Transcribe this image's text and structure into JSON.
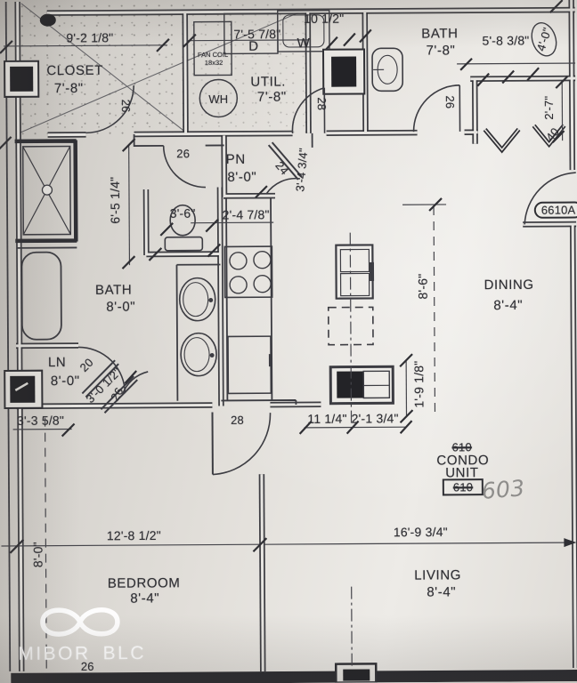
{
  "sheet": {
    "colors": {
      "paper": "#e2dfda",
      "ink": "#2f2f34",
      "watermark": "#ffffff",
      "handwriting": "#8e8d8b"
    }
  },
  "rooms": {
    "closet": {
      "name": "CLOSET",
      "size": "7'-8\""
    },
    "util": {
      "name": "UTIL.",
      "size": "7'-8\""
    },
    "bath_top": {
      "name": "BATH",
      "size": "7'-8\""
    },
    "bath_main": {
      "name": "BATH",
      "size": "8'-0\""
    },
    "pantry": {
      "name": "PN",
      "size": "8'-0\""
    },
    "linen": {
      "name": "LN",
      "size": "8'-0\""
    },
    "dining": {
      "name": "DINING",
      "size": "8'-4\""
    },
    "bedroom": {
      "name": "BEDROOM",
      "size": "8'-4\""
    },
    "living": {
      "name": "LIVING",
      "size": "8'-4\""
    }
  },
  "dims": {
    "closet_width": "9'-2 1/8\"",
    "laundry_width": "7'-5 7/8\"",
    "top_offset": "10 1/2\"",
    "bath_top_width": "5'-8 3/8\"",
    "bath_top_door_width": "4'-0\"",
    "entry_closet_depth": "2'-7\"",
    "shower_run": "6'-5 1/4\"",
    "wc_width": "3'-6\"",
    "vanity_pass": "2'-4 7/8\"",
    "pantry_swing": "3'-4 3/4\"",
    "linen_swing": "3'-0 1/2\"",
    "hall_width": "3'-3 5/8\"",
    "island_offset_a": "11 1/4\"",
    "island_offset_b": "2'-1 3/4\"",
    "island_clear": "1'-9 1/8\"",
    "dining_depth": "8'-6\"",
    "bedroom_depth": "8'-0\"",
    "bedroom_width": "12'-8 1/2\"",
    "living_width": "16'-9 3/4\""
  },
  "marks": {
    "closet_door": "26",
    "util_door": "28",
    "bath_top_door": "26",
    "wc_door": "26",
    "pantry_door": "24",
    "linen_door": "20",
    "hall_door": "26",
    "bedroom_door": "28",
    "entry_door": "40",
    "bottom_door": "26"
  },
  "fixtures": {
    "dryer": "D",
    "washer": "W",
    "water_heater": "WH",
    "fan_coil_1": "FAN COIL",
    "fan_coil_2": "18x32"
  },
  "tags": {
    "entry_door": "6610A"
  },
  "unit": {
    "old_top": "610",
    "title_1": "CONDO",
    "title_2": "UNIT",
    "old_boxed": "610",
    "new_handwritten": "603"
  },
  "watermark": {
    "left": "MIBOR",
    "right": "BLC"
  }
}
